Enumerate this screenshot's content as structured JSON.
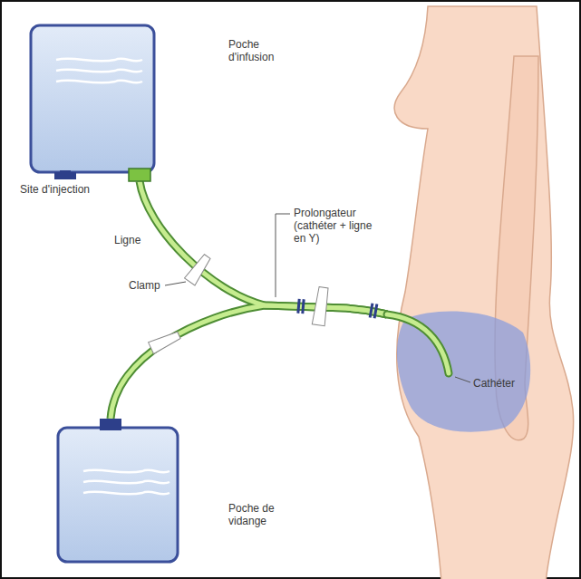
{
  "diagram": {
    "nodes": [
      {
        "text": [
          "Poche d'infusion"
        ]
      },
      {
        "text": [
          "Poche de vidange"
        ]
      },
      {
        "text": [
          "Cathéter"
        ]
      }
    ],
    "edges": [
      {
        "from": 0,
        "to": 2,
        "arrow": "none"
      },
      {
        "from": 2,
        "to": 1,
        "arrow": "none"
      }
    ],
    "labels": [
      "Site d'injection",
      "Ligne",
      "Clamp",
      "Prolongateur (cathéter + ligne en Y)"
    ]
  }
}
